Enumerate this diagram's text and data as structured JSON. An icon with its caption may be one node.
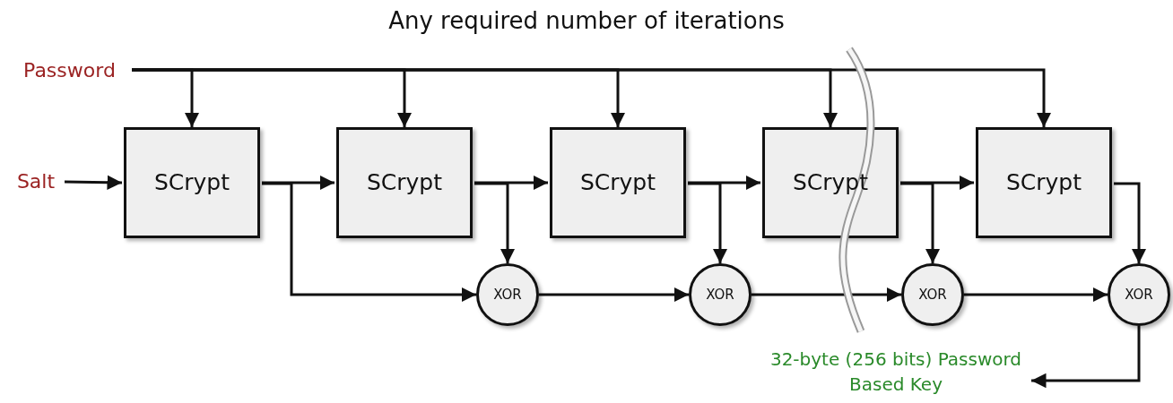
{
  "diagram": {
    "title": "Any required number of iterations",
    "nodes": [
      {
        "text": [
          "Password"
        ]
      },
      {
        "text": [
          "Salt"
        ]
      },
      {
        "text": [
          "SCrypt"
        ]
      },
      {
        "text": [
          "SCrypt"
        ]
      },
      {
        "text": [
          "SCrypt"
        ]
      },
      {
        "text": [
          "SCrypt"
        ]
      },
      {
        "text": [
          "SCrypt"
        ]
      },
      {
        "text": [
          "XOR"
        ]
      },
      {
        "text": [
          "XOR"
        ]
      },
      {
        "text": [
          "XOR"
        ]
      },
      {
        "text": [
          "XOR"
        ]
      },
      {
        "text": [
          "32-byte (256 bits) Password Based Key"
        ]
      }
    ],
    "edges": [
      {
        "from": 0,
        "to": 2,
        "arrow": "to"
      },
      {
        "from": 0,
        "to": 3,
        "arrow": "to"
      },
      {
        "from": 0,
        "to": 4,
        "arrow": "to"
      },
      {
        "from": 0,
        "to": 5,
        "arrow": "to"
      },
      {
        "from": 0,
        "to": 6,
        "arrow": "to"
      },
      {
        "from": 1,
        "to": 2,
        "arrow": "to"
      },
      {
        "from": 2,
        "to": 3,
        "arrow": "to"
      },
      {
        "from": 2,
        "to": 7,
        "arrow": "to"
      },
      {
        "from": 3,
        "to": 4,
        "arrow": "to"
      },
      {
        "from": 3,
        "to": 7,
        "arrow": "to"
      },
      {
        "from": 4,
        "to": 5,
        "arrow": "to"
      },
      {
        "from": 4,
        "to": 8,
        "arrow": "to"
      },
      {
        "from": 5,
        "to": 6,
        "arrow": "to"
      },
      {
        "from": 5,
        "to": 9,
        "arrow": "to"
      },
      {
        "from": 6,
        "to": 10,
        "arrow": "to"
      },
      {
        "from": 7,
        "to": 8,
        "arrow": "to"
      },
      {
        "from": 8,
        "to": 9,
        "arrow": "to"
      },
      {
        "from": 9,
        "to": 10,
        "arrow": "to"
      },
      {
        "from": 10,
        "to": 11,
        "arrow": "to"
      }
    ]
  }
}
